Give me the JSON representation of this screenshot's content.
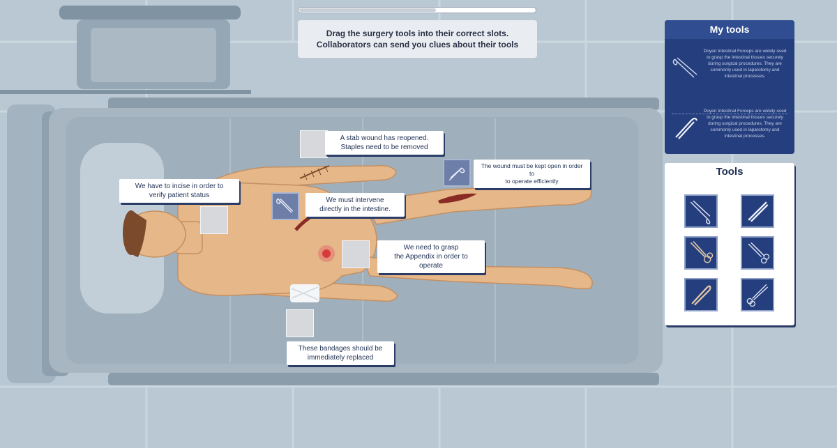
{
  "instructions": {
    "line1": "Drag the surgery tools into their correct slots.",
    "line2": "Collaborators can send you clues about their tools"
  },
  "progress": {
    "fraction": 0.58
  },
  "clues": {
    "stab_wound": {
      "line1": "A stab wound has reopened.",
      "line2": "Staples need to be removed"
    },
    "keep_open": {
      "line1": "The wound must be kept open in order to",
      "line2": "to operate efficiently"
    },
    "incise": {
      "line1": "We have to incise in order to",
      "line2": "verify patient status"
    },
    "intestine": {
      "line1": "We must intervene",
      "line2": "directly in the intestine."
    },
    "appendix": {
      "line1": "We need to grasp",
      "line2": "the Appendix in order to operate"
    },
    "bandages": {
      "line1": "These bandages should be",
      "line2": "immediately replaced"
    }
  },
  "my_tools": {
    "title": "My tools",
    "items": [
      {
        "icon": "doyen-forceps-icon",
        "description": "Doyen Intestinal Forceps are widely used to grasp the intestinal tissues securely during surgical procedures. They are commonly used in laparotomy and intestinal processes."
      },
      {
        "icon": "doyen-forceps-icon",
        "description": "Doyen Intestinal Forceps are widely used to grasp the intestinal tissues securely during surgical procedures. They are commonly used in laparotomy and intestinal processes."
      }
    ]
  },
  "tools": {
    "title": "Tools",
    "items": [
      {
        "icon": "retractor-icon"
      },
      {
        "icon": "tweezers-icon"
      },
      {
        "icon": "scissors-icon"
      },
      {
        "icon": "hemostat-icon"
      },
      {
        "icon": "staple-remover-icon"
      },
      {
        "icon": "needle-holder-icon"
      }
    ]
  },
  "colors": {
    "panel_navy": "#253f7e",
    "label_shadow": "#2b3c66",
    "skin": "#e6b788",
    "wound_red": "#d83a3a"
  }
}
